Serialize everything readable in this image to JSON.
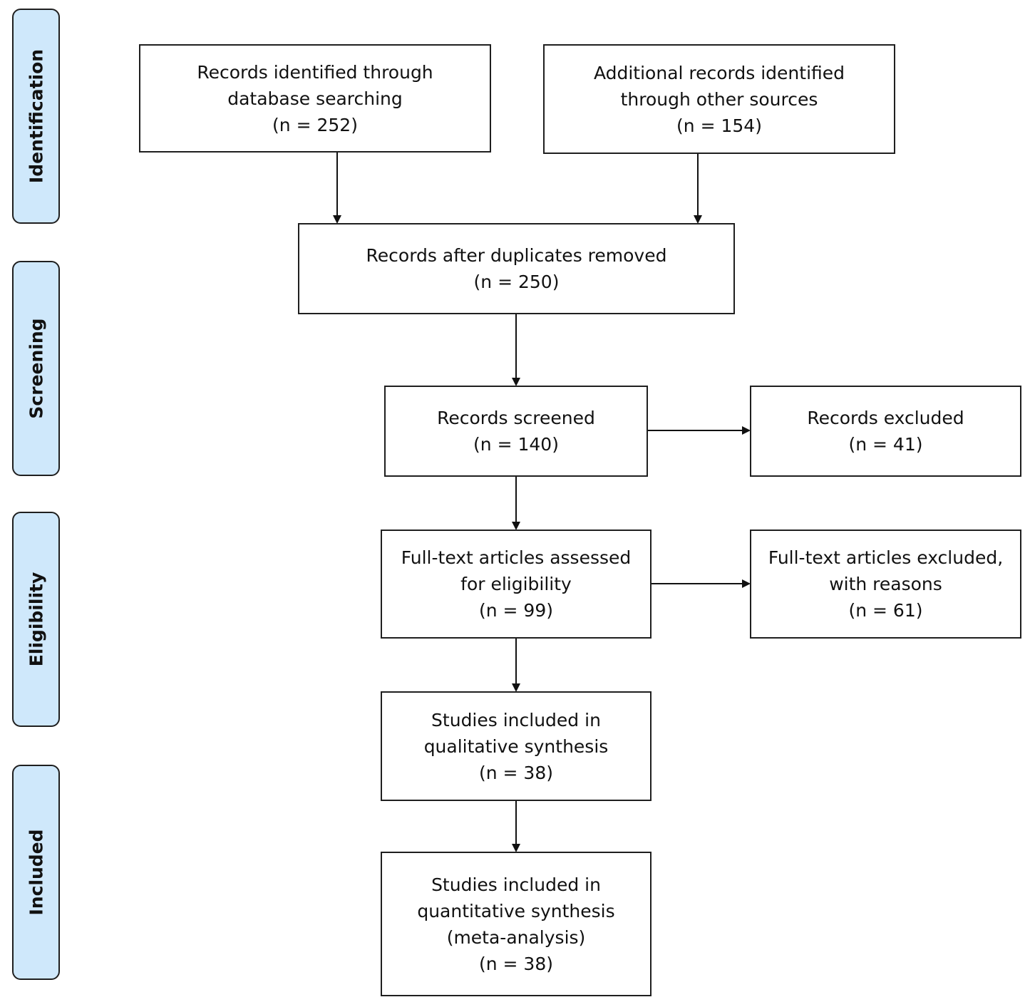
{
  "phases": {
    "identification": "Identification",
    "screening": "Screening",
    "eligibility": "Eligibility",
    "included": "Included"
  },
  "boxes": {
    "database": {
      "line1": "Records identified through",
      "line2": "database searching",
      "line3": "(n = 252)"
    },
    "other_sources": {
      "line1": "Additional records identified",
      "line2": "through other sources",
      "line3": "(n = 154)"
    },
    "duplicates_removed": {
      "line1": "Records after duplicates removed",
      "line2": "(n = 250)"
    },
    "screened": {
      "line1": "Records screened",
      "line2": "(n = 140)"
    },
    "excluded": {
      "line1": "Records excluded",
      "line2": "(n = 41)"
    },
    "full_text_assessed": {
      "line1": "Full-text articles assessed",
      "line2": "for eligibility",
      "line3": "(n = 99)"
    },
    "full_text_excluded": {
      "line1": "Full-text articles excluded,",
      "line2": "with reasons",
      "line3": "(n = 61)"
    },
    "qualitative": {
      "line1": "Studies included in",
      "line2": "qualitative synthesis",
      "line3": "(n = 38)"
    },
    "quantitative": {
      "line1": "Studies included in",
      "line2": "quantitative synthesis",
      "line3": "(meta-analysis)",
      "line4": "(n = 38)"
    }
  }
}
